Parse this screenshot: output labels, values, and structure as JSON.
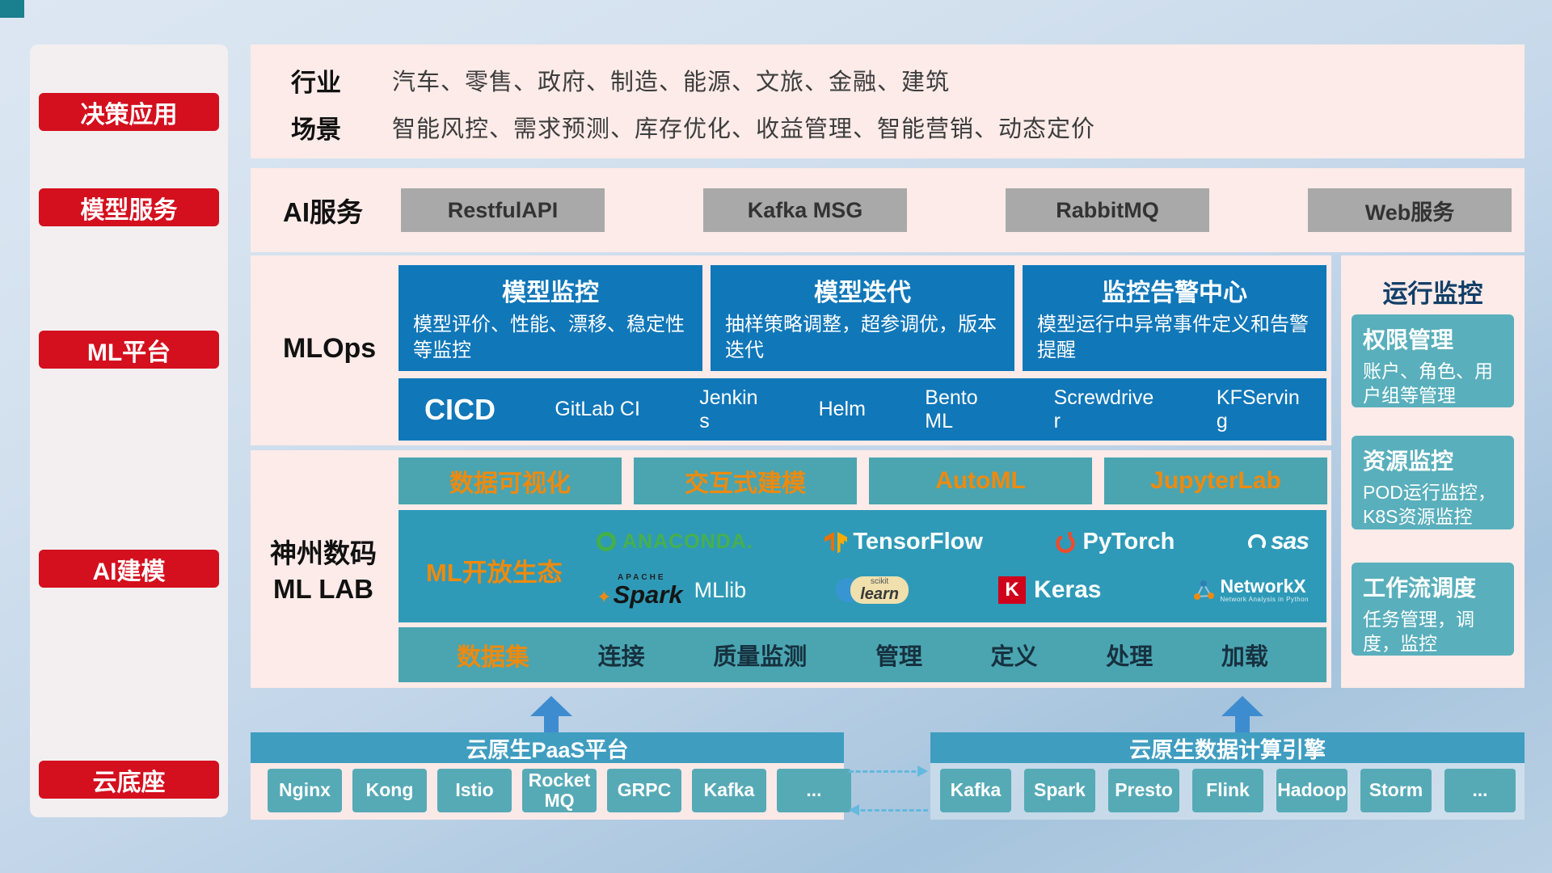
{
  "colors": {
    "red": "#d40f1e",
    "panel_pink": "#fcebe8",
    "card_blue": "#1077b9",
    "teal": "#4aa5b1",
    "teal_dark": "#2e9ab8",
    "teal_light": "#59afbc",
    "orange": "#ee8a0e",
    "bar_blue": "#3f9dc0",
    "gray_button": "#a9a9a9"
  },
  "sidebar": {
    "items": [
      {
        "label": "决策应用"
      },
      {
        "label": "模型服务"
      },
      {
        "label": "ML平台"
      },
      {
        "label": "AI建模"
      },
      {
        "label": "云底座"
      }
    ]
  },
  "industry": {
    "row1_label": "行业",
    "row1_text": "汽车、零售、政府、制造、能源、文旅、金融、建筑",
    "row2_label": "场景",
    "row2_text": "智能风控、需求预测、库存优化、收益管理、智能营销、动态定价"
  },
  "ai_service": {
    "label": "AI服务",
    "buttons": [
      "RestfulAPI",
      "Kafka MSG",
      "RabbitMQ",
      "Web服务"
    ]
  },
  "mlops": {
    "label": "MLOps",
    "cards": [
      {
        "title": "模型监控",
        "desc": "模型评价、性能、漂移、稳定性等监控"
      },
      {
        "title": "模型迭代",
        "desc": "抽样策略调整，超参调优，版本迭代"
      },
      {
        "title": "监控告警中心",
        "desc": "模型运行中异常事件定义和告警提醒"
      }
    ],
    "cicd_label": "CICD",
    "cicd_items": [
      "GitLab CI",
      "Jenkins",
      "Helm",
      "BentoML",
      "Screwdriver",
      "KFServing"
    ]
  },
  "mllab": {
    "label_line1": "神州数码",
    "label_line2": "ML LAB",
    "top_buttons": [
      "数据可视化",
      "交互式建模",
      "AutoML",
      "JupyterLab"
    ],
    "ecosystem_label": "ML开放生态",
    "logos": {
      "anaconda": "ANACONDA.",
      "tensorflow": "TensorFlow",
      "pytorch": "PyTorch",
      "sas": "sas",
      "apache": "APACHE",
      "spark": "Spark",
      "mllib": "MLlib",
      "scikit": "scikit",
      "learn": "learn",
      "keras_k": "K",
      "keras": "Keras",
      "networkx": "NetworkX",
      "networkx_sub": "Network Analysis in Python"
    },
    "data_row": [
      "数据集",
      "连接",
      "质量监测",
      "管理",
      "定义",
      "处理",
      "加载"
    ]
  },
  "monitor": {
    "title": "运行监控",
    "cards": [
      {
        "title": "权限管理",
        "desc": "账户、角色、用户组等管理"
      },
      {
        "title": "资源监控",
        "desc": "POD运行监控，K8S资源监控"
      },
      {
        "title": "工作流调度",
        "desc": "任务管理，调度，监控"
      }
    ]
  },
  "bottom": {
    "paas_title": "云原生PaaS平台",
    "paas_items": [
      "Nginx",
      "Kong",
      "Istio",
      "RocketMQ",
      "GRPC",
      "Kafka",
      "..."
    ],
    "engine_title": "云原生数据计算引擎",
    "engine_items": [
      "Kafka",
      "Spark",
      "Presto",
      "Flink",
      "Hadoop",
      "Storm",
      "..."
    ]
  }
}
